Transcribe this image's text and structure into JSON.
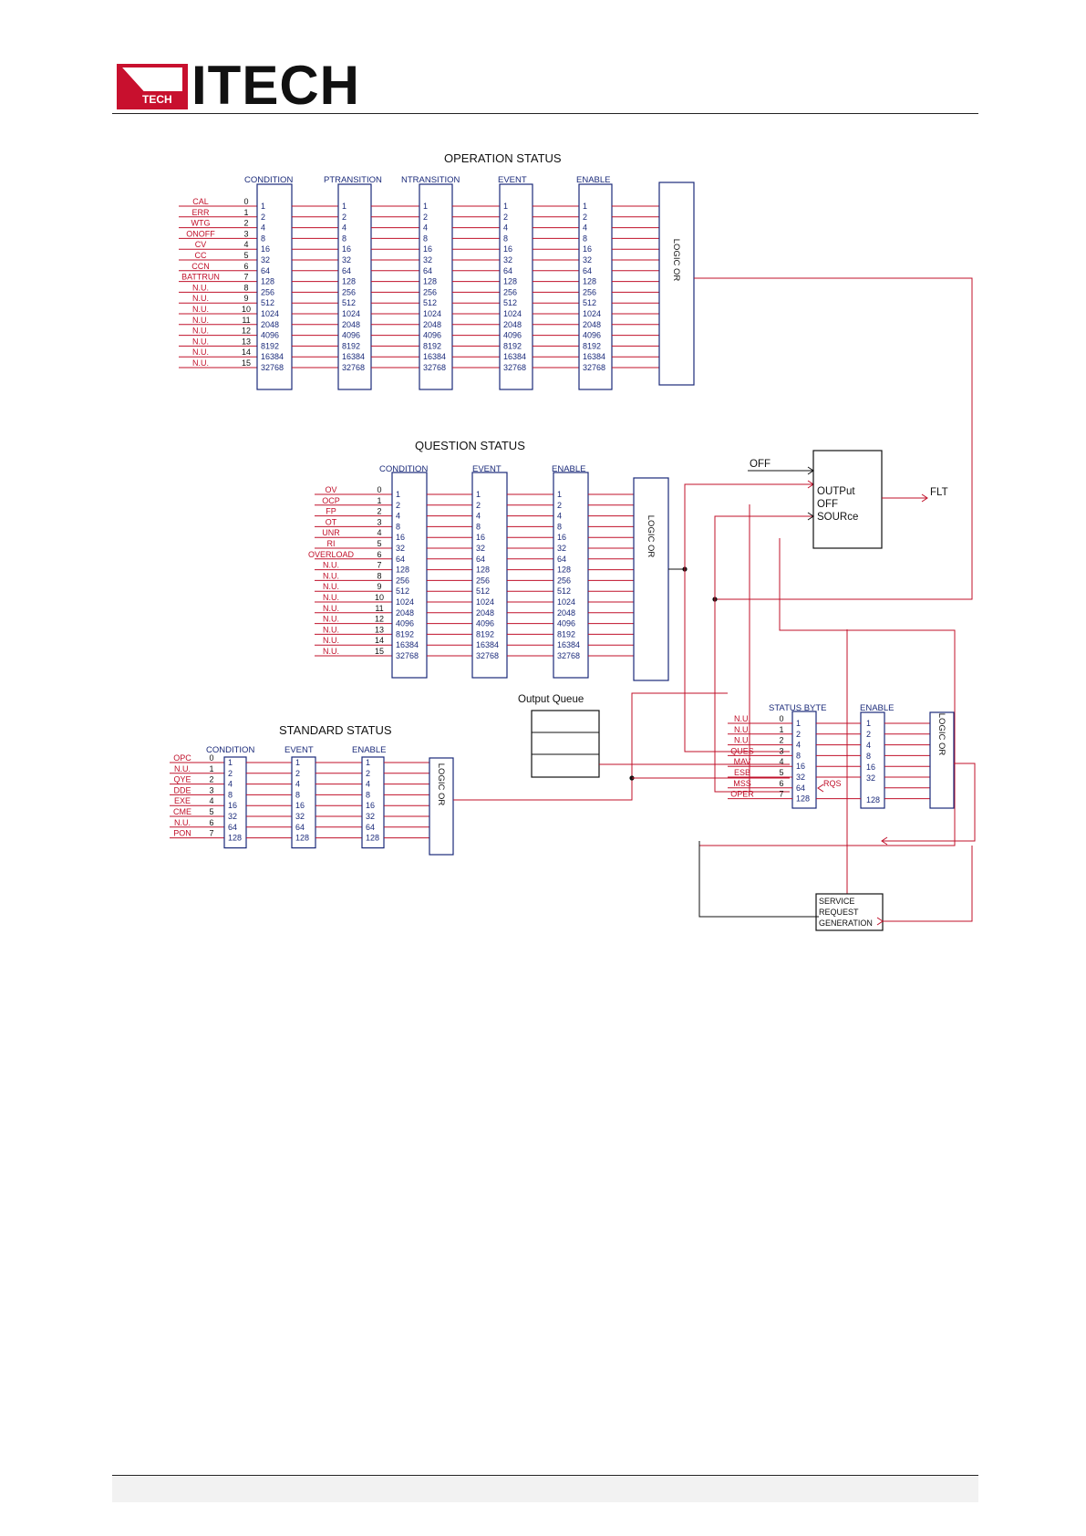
{
  "header": {
    "logo_small": "TECH",
    "logo_text": "ITECH"
  },
  "colors": {
    "wire_red": "#c0102a",
    "box_blue": "#1a2a7a",
    "logo_red": "#c8102e",
    "black": "#111111"
  },
  "operation": {
    "title": "OPERATION STATUS",
    "columns": [
      "CONDITION",
      "PTRANSITION",
      "NTRANSITION",
      "EVENT",
      "ENABLE"
    ],
    "bits": [
      "CAL",
      "ERR",
      "WTG",
      "ONOFF",
      "CV",
      "CC",
      "CCN",
      "BATTRUN",
      "N.U.",
      "N.U.",
      "N.U.",
      "N.U.",
      "N.U.",
      "N.U.",
      "N.U.",
      "N.U."
    ],
    "bit_numbers": [
      "0",
      "1",
      "2",
      "3",
      "4",
      "5",
      "6",
      "7",
      "8",
      "9",
      "10",
      "11",
      "12",
      "13",
      "14",
      "15"
    ],
    "weights": [
      "1",
      "2",
      "4",
      "8",
      "16",
      "32",
      "64",
      "128",
      "256",
      "512",
      "1024",
      "2048",
      "4096",
      "8192",
      "16384",
      "32768"
    ],
    "logic": "LOGIC OR"
  },
  "question": {
    "title": "QUESTION STATUS",
    "columns": [
      "CONDITION",
      "EVENT",
      "ENABLE"
    ],
    "bits": [
      "OV",
      "OCP",
      "FP",
      "OT",
      "UNR",
      "RI",
      "OVERLOAD",
      "N.U.",
      "N.U.",
      "N.U.",
      "N.U.",
      "N.U.",
      "N.U.",
      "N.U.",
      "N.U.",
      "N.U."
    ],
    "bit_numbers": [
      "0",
      "1",
      "2",
      "3",
      "4",
      "5",
      "6",
      "7",
      "8",
      "9",
      "10",
      "11",
      "12",
      "13",
      "14",
      "15"
    ],
    "weights": [
      "1",
      "2",
      "4",
      "8",
      "16",
      "32",
      "64",
      "128",
      "256",
      "512",
      "1024",
      "2048",
      "4096",
      "8192",
      "16384",
      "32768"
    ],
    "logic": "LOGIC OR"
  },
  "output_box": {
    "label_off": "OFF",
    "lines": [
      "OUTPut",
      "OFF",
      "SOURce"
    ],
    "flt": "FLT"
  },
  "output_queue": {
    "title": "Output Queue"
  },
  "standard": {
    "title": "STANDARD STATUS",
    "columns": [
      "CONDITION",
      "EVENT",
      "ENABLE"
    ],
    "bits": [
      "OPC",
      "N.U.",
      "QYE",
      "DDE",
      "EXE",
      "CME",
      "N.U.",
      "PON"
    ],
    "bit_numbers": [
      "0",
      "1",
      "2",
      "3",
      "4",
      "5",
      "6",
      "7"
    ],
    "weights": [
      "1",
      "2",
      "4",
      "8",
      "16",
      "32",
      "64",
      "128"
    ],
    "logic": "LOGIC OR"
  },
  "status_byte": {
    "title": "STATUS BYTE",
    "enable_title": "ENABLE",
    "bits": [
      "N.U.",
      "N.U.",
      "N.U.",
      "QUES",
      "MAV",
      "ESB",
      "MSS",
      "OPER"
    ],
    "bit_numbers": [
      "0",
      "1",
      "2",
      "3",
      "4",
      "5",
      "6",
      "7"
    ],
    "weights": [
      "1",
      "2",
      "4",
      "8",
      "16",
      "32",
      "64",
      "128"
    ],
    "enable_weights": [
      "1",
      "2",
      "4",
      "8",
      "16",
      "32",
      "128"
    ],
    "rqs": "RQS",
    "logic": "LOGIC OR"
  },
  "srq": {
    "lines": [
      "SERVICE",
      "REQUEST",
      "GENERATION"
    ]
  }
}
